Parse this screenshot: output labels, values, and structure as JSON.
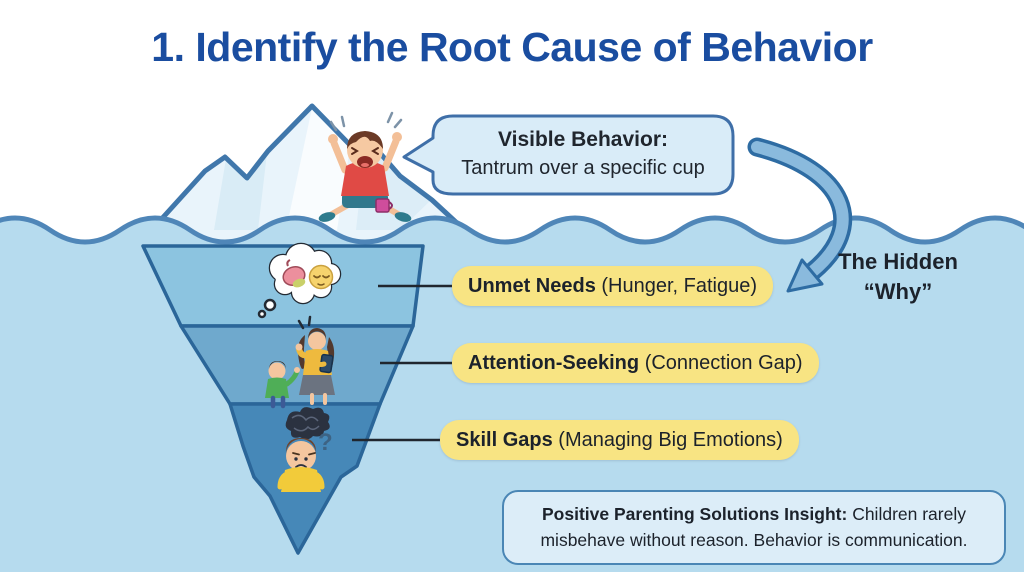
{
  "title": "1. Identify the Root Cause of Behavior",
  "speech_bubble": {
    "heading": "Visible Behavior:",
    "body": "Tantrum over a specific cup"
  },
  "hidden_why": {
    "line1": "The Hidden",
    "line2": "“Why”"
  },
  "layers": [
    {
      "bold": "Unmet Needs",
      "detail": "(Hunger, Fatigue)"
    },
    {
      "bold": "Attention-Seeking",
      "detail": "(Connection Gap)"
    },
    {
      "bold": "Skill Gaps",
      "detail": "(Managing Big Emotions)"
    }
  ],
  "insight": {
    "bold": "Positive Parenting Solutions Insight:",
    "rest_line1": "Children rarely",
    "rest_line2": "misbehave without reason. Behavior is communication."
  },
  "icons": {
    "tip": "tantrum-child-icon",
    "layer1": "hunger-fatigue-thought-bubble-icon",
    "layer2": "parent-distracted-child-icon",
    "layer3": "confused-child-tangled-thoughts-icon",
    "arrow": "curved-down-arrow-icon"
  },
  "colors": {
    "title_blue": "#1a4da0",
    "water": "#b6dbee",
    "wave_stroke": "#4f86b8",
    "iceberg_above": "#e9f4fb",
    "iceberg_outline": "#4077ab",
    "layer1": "#8cc4e0",
    "layer2": "#6fa9cd",
    "layer3": "#4688b8",
    "underwater_outline": "#2b6699",
    "label_yellow": "#f8e483",
    "panel_bg": "#dcedf8",
    "panel_border": "#3f6fa8",
    "text_dark": "#20262e"
  }
}
